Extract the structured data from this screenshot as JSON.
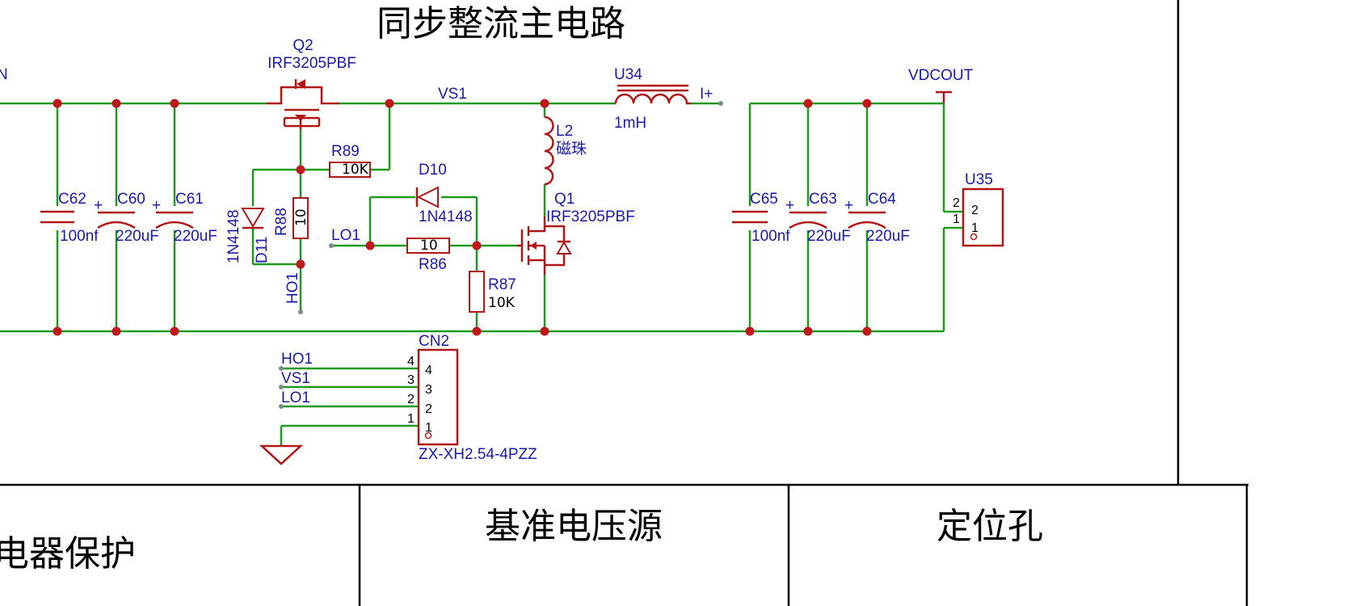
{
  "main_title": "同步整流主电路",
  "bottom_titles": {
    "relay": "电器保护",
    "ref": "基准电压源",
    "holes": "定位孔"
  },
  "left_edge_text": "N",
  "nets": {
    "vs1": "VS1",
    "iplus": "I+",
    "vdcout": "VDCOUT",
    "lo1": "LO1",
    "ho1": "HO1"
  },
  "components": {
    "q2": {
      "ref": "Q2",
      "value": "IRF3205PBF"
    },
    "q1": {
      "ref": "Q1",
      "value": "IRF3205PBF"
    },
    "u34": {
      "ref": "U34",
      "value": "1mH"
    },
    "l2": {
      "ref": "L2",
      "value": "磁珠"
    },
    "r89": {
      "ref": "R89",
      "value": "10K"
    },
    "r88": {
      "ref": "R88",
      "value": "10"
    },
    "r86": {
      "ref": "R86",
      "value": "10"
    },
    "r87": {
      "ref": "R87",
      "value": "10K"
    },
    "d10": {
      "ref": "D10",
      "value": "1N4148"
    },
    "d11": {
      "ref": "D11",
      "value": "1N4148"
    },
    "c62": {
      "ref": "C62",
      "value": "100nf"
    },
    "c60": {
      "ref": "C60",
      "value": "220uF"
    },
    "c61": {
      "ref": "C61",
      "value": "220uF"
    },
    "c65": {
      "ref": "C65",
      "value": "100nf"
    },
    "c63": {
      "ref": "C63",
      "value": "220uF"
    },
    "c64": {
      "ref": "C64",
      "value": "220uF"
    },
    "u35": {
      "ref": "U35",
      "pins": [
        "2",
        "1"
      ]
    },
    "cn2": {
      "ref": "CN2",
      "value": "ZX-XH2.54-4PZZ",
      "pins": [
        "4",
        "3",
        "2",
        "1"
      ],
      "nets": [
        "HO1",
        "VS1",
        "LO1"
      ]
    }
  },
  "polarity_mark": "+",
  "colors": {
    "wire": "#1f9a1f",
    "component": "#b01818",
    "label": "#1a1aa8",
    "frame": "#000000"
  }
}
